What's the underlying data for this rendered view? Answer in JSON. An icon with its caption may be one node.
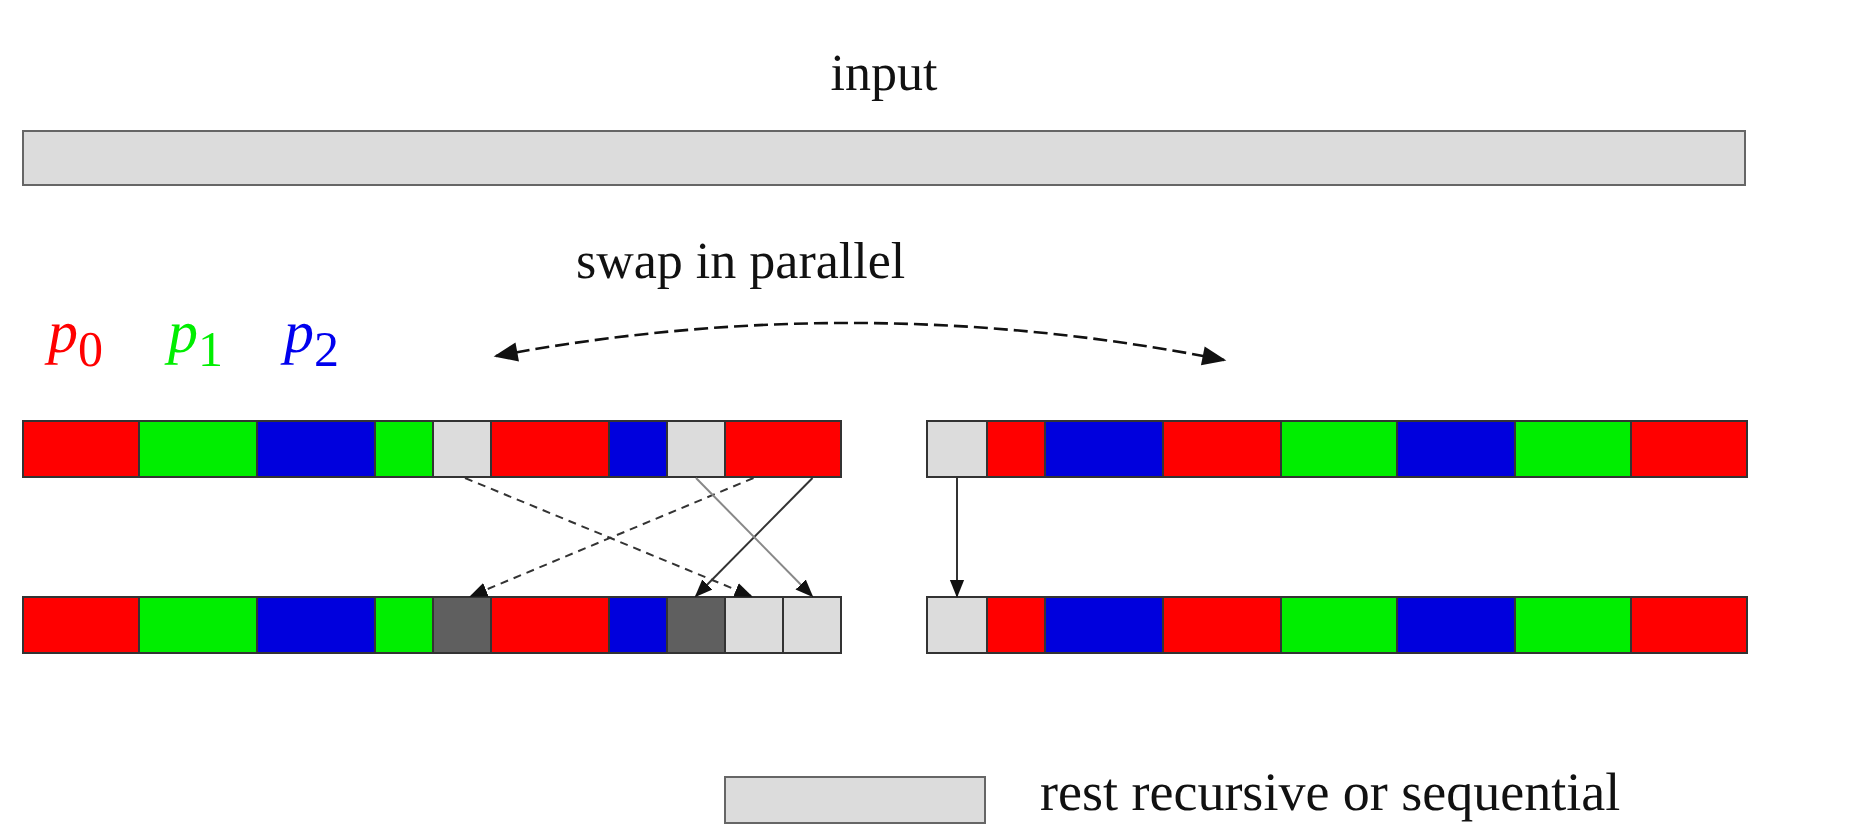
{
  "diagram": {
    "nodes": [
      {
        "text": [
          "input"
        ]
      },
      {
        "text": [],
        "shape": "box"
      },
      {
        "text": [],
        "shape": "box"
      },
      {
        "text": [],
        "shape": "box"
      },
      {
        "text": [],
        "shape": "box"
      },
      {
        "text": [],
        "shape": "box"
      },
      {
        "text": [],
        "shape": "box"
      },
      {
        "text": [],
        "shape": "box"
      },
      {
        "text": [],
        "shape": "box"
      },
      {
        "text": [],
        "shape": "box"
      },
      {
        "text": [],
        "shape": "box"
      },
      {
        "text": [],
        "shape": "box"
      },
      {
        "text": [],
        "shape": "box"
      },
      {
        "text": [],
        "shape": "box"
      },
      {
        "text": [],
        "shape": "box"
      },
      {
        "text": [],
        "shape": "box"
      },
      {
        "text": [],
        "shape": "box"
      },
      {
        "text": [],
        "shape": "box"
      },
      {
        "text": [],
        "shape": "box"
      },
      {
        "text": [],
        "shape": "box"
      },
      {
        "text": [],
        "shape": "box"
      },
      {
        "text": [],
        "shape": "box"
      },
      {
        "text": [],
        "shape": "box"
      },
      {
        "text": [],
        "shape": "box"
      },
      {
        "text": [],
        "shape": "box"
      },
      {
        "text": [],
        "shape": "box"
      },
      {
        "text": [],
        "shape": "box"
      },
      {
        "text": [],
        "shape": "box"
      },
      {
        "text": [],
        "shape": "box"
      },
      {
        "text": [],
        "shape": "box"
      },
      {
        "text": [],
        "shape": "box"
      },
      {
        "text": [],
        "shape": "box"
      },
      {
        "text": [],
        "shape": "box"
      },
      {
        "text": [],
        "shape": "box"
      },
      {
        "text": [],
        "shape": "box"
      },
      {
        "text": [],
        "shape": "box"
      }
    ],
    "edges": [
      {
        "from": 5,
        "to": 26,
        "arrow": "to",
        "style": "dashed"
      },
      {
        "from": 9,
        "to": 22,
        "arrow": "to",
        "style": "dashed"
      },
      {
        "from": 9,
        "to": 25,
        "arrow": "to"
      },
      {
        "from": 8,
        "to": 27,
        "arrow": "to"
      },
      {
        "from": 10,
        "to": 28,
        "arrow": "to"
      }
    ],
    "labels": [
      "swap in parallel"
    ],
    "legend": [
      {
        "text": "*p*$_{0}$",
        "color": "#ff0000"
      },
      {
        "text": "*p*$_{1}$",
        "color": "#00ee00"
      },
      {
        "text": "*p*$_{2}$",
        "color": "#0000ee"
      },
      {
        "text": "rest recursive or sequential",
        "color": "#dcdcdc"
      }
    ]
  }
}
